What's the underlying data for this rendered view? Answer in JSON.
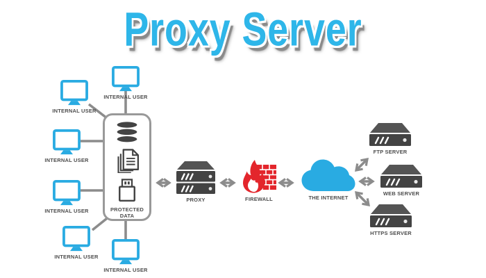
{
  "title": {
    "text": "Proxy Server"
  },
  "colors": {
    "accent_cyan": "#29ABE2",
    "title_cyan": "#2EB6E9",
    "title_shadow": "#8A8A8A",
    "icon_dark": "#434343",
    "icon_mid": "#545454",
    "wire_gray": "#8C8C8C",
    "label_gray": "#4D4D4D",
    "firewall_red": "#E3262C",
    "box_border_gray": "#999999"
  },
  "monitors": [
    {
      "label": "INTERNAL USER"
    },
    {
      "label": "INTERNAL USER"
    },
    {
      "label": "INTERNAL USER"
    },
    {
      "label": "INTERNAL USER"
    },
    {
      "label": "INTERNAL USER"
    },
    {
      "label": "INTERNAL USER"
    }
  ],
  "protected_data": {
    "line1": "PROTECTED",
    "line2": "DATA"
  },
  "proxy": {
    "label": "PROXY"
  },
  "firewall": {
    "label": "FIREWALL"
  },
  "internet": {
    "label": "THE INTERNET"
  },
  "servers": [
    {
      "label": "FTP SERVER"
    },
    {
      "label": "WEB SERVER"
    },
    {
      "label": "HTTPS SERVER"
    }
  ]
}
